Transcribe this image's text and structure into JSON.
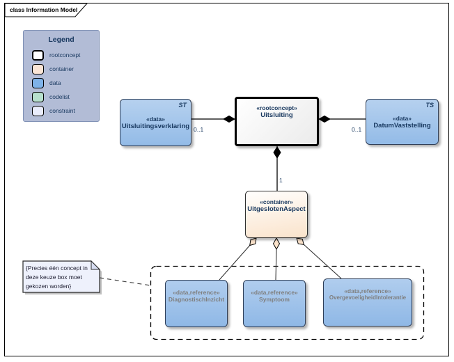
{
  "frame": {
    "label": "class Information Model"
  },
  "legend": {
    "title": "Legend",
    "items": [
      {
        "label": "rootconcept",
        "color": "#ffffff"
      },
      {
        "label": "container",
        "color": "#fbe5d5"
      },
      {
        "label": "data",
        "color": "#7eb2e8"
      },
      {
        "label": "codelist",
        "color": "#b7e0cd"
      },
      {
        "label": "constraint",
        "color": "#e9ecfb"
      }
    ]
  },
  "nodes": {
    "uitsluitingsverklaring": {
      "stereotype": "«data»",
      "name": "Uitsluitingsverklaring",
      "tag": "ST"
    },
    "uitsluiting": {
      "stereotype": "«rootconcept»",
      "name": "Uitsluiting"
    },
    "datumvaststelling": {
      "stereotype": "«data»",
      "name": "DatumVaststelling",
      "tag": "TS"
    },
    "uitgeslotenaspect": {
      "stereotype": "«container»",
      "name": "UitgeslotenAspect"
    },
    "diagnostischinzicht": {
      "stereotype": "«data,reference»",
      "name": "DiagnostischInzicht"
    },
    "symptoom": {
      "stereotype": "«data,reference»",
      "name": "Symptoom"
    },
    "overgevoeligheid": {
      "stereotype": "«data,reference»",
      "name": "OvergevoeligheidIntolerantie"
    }
  },
  "edges": {
    "verklaring_mult": "0..1",
    "datum_mult": "0..1",
    "aspect_mult": "1"
  },
  "note": {
    "text": "{Precies één concept in deze keuze box moet gekozen worden}"
  },
  "colors": {
    "legend_bg": "#b2bcd6",
    "node_text": "#17375e",
    "reference_text": "#7f7f7f",
    "data_fill": "#9dc2ea",
    "container_fill": "#fae3cb",
    "note_fill": "#eef1fc"
  }
}
